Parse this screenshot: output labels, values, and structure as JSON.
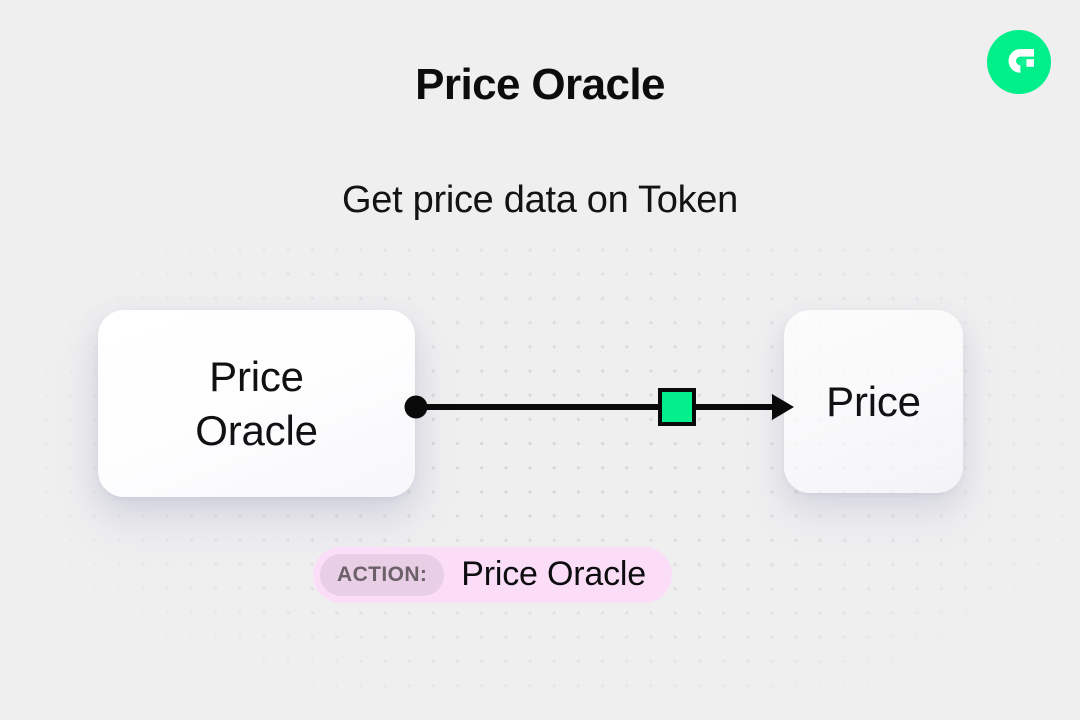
{
  "header": {
    "title": "Price Oracle",
    "subtitle": "Get price data on Token",
    "logo_icon": "flow-logo-icon",
    "logo_color": "#00ef8b"
  },
  "canvas": {
    "background_color": "#efeff0",
    "dot_color": "#d9d9dd",
    "nodes": [
      {
        "id": "source",
        "label": "Price\nOracle",
        "port_icon": "output-port-dot-icon"
      },
      {
        "id": "target",
        "label": "Price"
      }
    ],
    "connector": {
      "line_color": "#0a0a0a",
      "marker_icon": "green-square-marker-icon",
      "marker_color": "#03ef8d",
      "arrow_icon": "arrow-head-icon"
    }
  },
  "action_badge": {
    "tag_label": "ACTION:",
    "value": "Price Oracle",
    "background_color": "#fbddf8",
    "tag_background_color": "#e8cfe5",
    "tag_text_color": "#6c6069"
  }
}
